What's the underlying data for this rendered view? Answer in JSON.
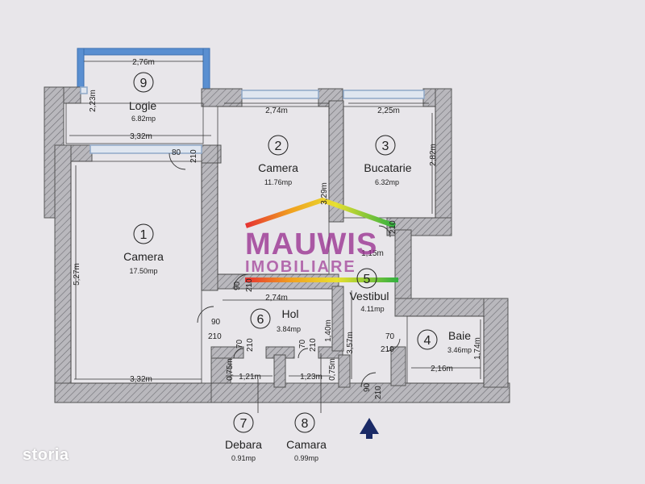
{
  "rooms": [
    {
      "num": "1",
      "name": "Camera",
      "area": "17.50mp"
    },
    {
      "num": "2",
      "name": "Camera",
      "area": "11.76mp"
    },
    {
      "num": "3",
      "name": "Bucatarie",
      "area": "6.32mp"
    },
    {
      "num": "4",
      "name": "Baie",
      "area": "3.46mp"
    },
    {
      "num": "5",
      "name": "Vestibul",
      "area": "4.11mp"
    },
    {
      "num": "6",
      "name": "Hol",
      "area": "3.84mp"
    },
    {
      "num": "7",
      "name": "Debara",
      "area": "0.91mp"
    },
    {
      "num": "8",
      "name": "Camara",
      "area": "0.99mp"
    },
    {
      "num": "9",
      "name": "Logie",
      "area": "6.82mp"
    }
  ],
  "dimensions": {
    "logie_width": "2,76m",
    "logie_height": "2,23m",
    "logie_bottom": "3,32m",
    "camera2_width": "2,74m",
    "bucatarie_width": "2,25m",
    "bucatarie_height": "2,82m",
    "camera1_height": "5,27m",
    "camera1_bottom": "3,32m",
    "camera2_height": "3,29m",
    "hol_width": "2,74m",
    "hol_height": "1,40m",
    "vestibul_height": "3,57m",
    "vestibul_partial": "1,15m",
    "baie_height": "1,74m",
    "baie_width": "2,16m",
    "debara_width": "1,21m",
    "debara_height": "0,75m",
    "camara_width": "1,23m",
    "camara_height": "0,75m"
  },
  "doors": {
    "logie_door": [
      "80",
      "210"
    ],
    "camera2_door": [
      "90",
      "210"
    ],
    "camera1_door": [
      "90",
      "210"
    ],
    "debara_door": [
      "70",
      "210"
    ],
    "camara_door": [
      "70",
      "210"
    ],
    "baie_door": [
      "70",
      "210"
    ],
    "entrance_door": [
      "90",
      "210"
    ],
    "bucatarie_door": [
      "",
      "210"
    ]
  },
  "watermark": {
    "line1": "MAUWIS",
    "line2": "IMOBILIARE"
  },
  "brand": {
    "logo": "storia"
  },
  "colors": {
    "wall": "#8e8e93",
    "wall_hatch": "#6e6e74",
    "window": "#8fa8c8",
    "logie_frame": "#5a8fd1",
    "background": "#e8e6ea",
    "watermark": "#96288c",
    "arrow": "#1a2a66"
  },
  "icons": {
    "entrance_arrow": "triangle-up-icon"
  }
}
